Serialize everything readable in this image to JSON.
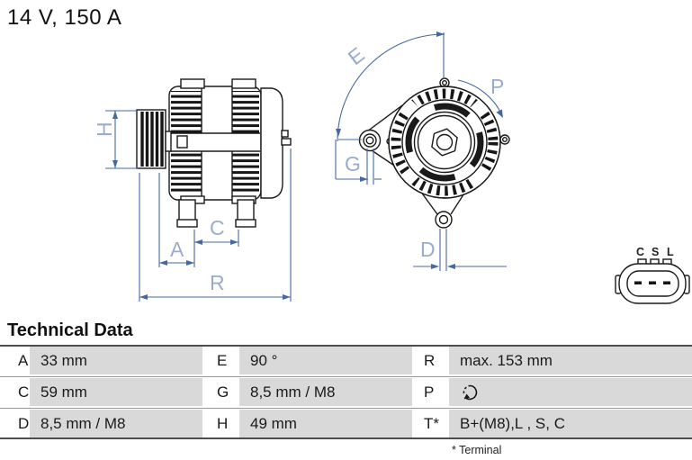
{
  "header": {
    "title": "14 V, 150 A"
  },
  "side_view": {
    "description": "alternator side view technical drawing",
    "labels": {
      "h": "H",
      "a": "A",
      "c": "C",
      "r": "R"
    }
  },
  "front_view": {
    "description": "alternator front view technical drawing",
    "labels": {
      "e": "E",
      "g": "G",
      "p": "P",
      "d": "D"
    }
  },
  "connector": {
    "pins": [
      "C",
      "S",
      "L"
    ]
  },
  "table": {
    "heading": "Technical Data",
    "rows": [
      [
        {
          "param": "A",
          "value": "33 mm"
        },
        {
          "param": "E",
          "value": "90 °"
        },
        {
          "param": "R",
          "value": "max. 153 mm"
        }
      ],
      [
        {
          "param": "C",
          "value": "59 mm"
        },
        {
          "param": "G",
          "value": "8,5 mm / M8"
        },
        {
          "param": "P",
          "value": "",
          "icon": "rotation-clockwise"
        }
      ],
      [
        {
          "param": "D",
          "value": "8,5 mm / M8"
        },
        {
          "param": "H",
          "value": "49 mm"
        },
        {
          "param": "T*",
          "value": "B+(M8),L , S, C"
        }
      ]
    ],
    "footnote": "* Terminal"
  },
  "colors": {
    "dimension_line": "#4668a2",
    "dimension_label": "#9aaccd",
    "table_cell_gray": "#d9d9d9",
    "table_border_dark": "#4d4d4d",
    "table_separator": "#999999",
    "line_art": "#1a1a1a"
  }
}
